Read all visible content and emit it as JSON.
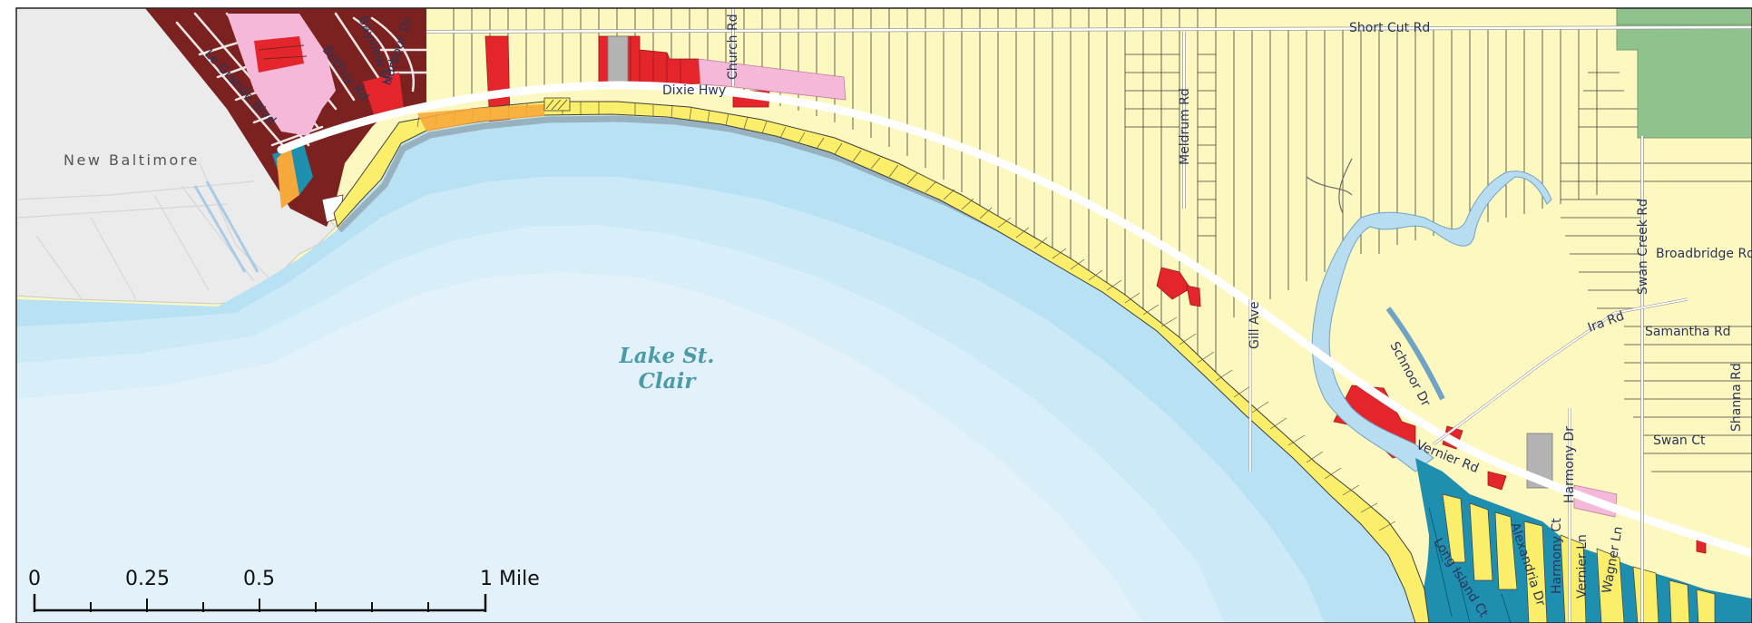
{
  "map": {
    "place_label": "New Baltimore",
    "water_label_line1": "Lake St.",
    "water_label_line2": "Clair",
    "road_labels": [
      {
        "id": "le-grande-blvd",
        "text": "Le Grande Blvd"
      },
      {
        "id": "bethuy-rd",
        "text": "Bethuy Rd"
      },
      {
        "id": "bayview-dr",
        "text": "Bayview Dr"
      },
      {
        "id": "harbour-dr",
        "text": "Harbour Dr"
      },
      {
        "id": "dixie-hwy",
        "text": "Dixie Hwy"
      },
      {
        "id": "church-rd",
        "text": "Church Rd"
      },
      {
        "id": "short-cut-rd",
        "text": "Short Cut Rd"
      },
      {
        "id": "meldrum-rd",
        "text": "Meldrum Rd"
      },
      {
        "id": "gill-ave",
        "text": "Gill Ave"
      },
      {
        "id": "schnoor-dr",
        "text": "Schnoor Dr"
      },
      {
        "id": "vernier-rd",
        "text": "Vernier Rd"
      },
      {
        "id": "swan-creek-rd",
        "text": "Swan Creek Rd"
      },
      {
        "id": "broadbridge-rd",
        "text": "Broadbridge Rd"
      },
      {
        "id": "ira-rd",
        "text": "Ira Rd"
      },
      {
        "id": "samantha-rd",
        "text": "Samantha Rd"
      },
      {
        "id": "shanna-rd",
        "text": "Shanna Rd"
      },
      {
        "id": "swan-ct",
        "text": "Swan Ct"
      },
      {
        "id": "harmony-dr",
        "text": "Harmony Dr"
      },
      {
        "id": "harmony-ct",
        "text": "Harmony Ct"
      },
      {
        "id": "vernier-ln",
        "text": "Vernier Ln"
      },
      {
        "id": "wagner-ln",
        "text": "Wagner Ln"
      },
      {
        "id": "alexandria-dr",
        "text": "Alexandria Dr"
      },
      {
        "id": "long-island-ct",
        "text": "Long Island Ct"
      }
    ]
  },
  "scale_bar": {
    "labels": [
      "0",
      "0.25",
      "0.5",
      "1 Mile"
    ]
  },
  "colors": {
    "residential": "#fdf7c0",
    "waterfront_residential": "#fbee6a",
    "commercial": "#e4262c",
    "multi_family": "#f6b8d9",
    "city_fill": "#7b2220",
    "industrial_teal": "#1f8fb0",
    "agriculture": "#8fc28d",
    "lake_deep": "#e3f1fb",
    "lake_shallow": "#b8e2f4",
    "outside_gray": "#ebebeb"
  }
}
